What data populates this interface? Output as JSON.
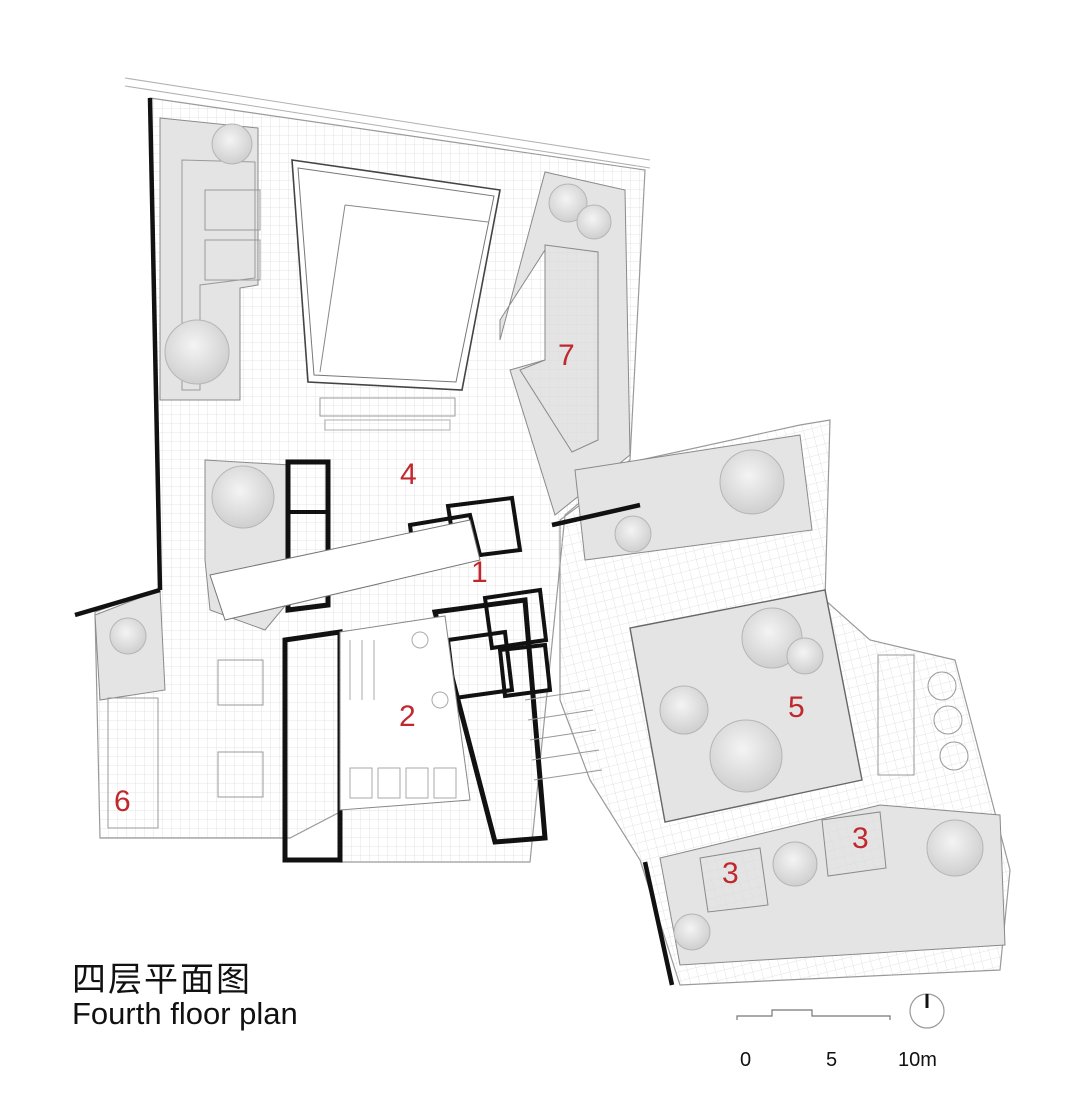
{
  "caption": {
    "title_cn": "四层平面图",
    "title_en": "Fourth floor plan"
  },
  "zone_labels": [
    "1",
    "2",
    "3",
    "3",
    "4",
    "5",
    "6",
    "7"
  ],
  "scale_bar": {
    "ticks": [
      "0",
      "5",
      "10m"
    ]
  },
  "colors": {
    "label_red": "#c0282e",
    "wall": "#111111",
    "planter": "#e4e4e4",
    "grid": "#dcdcdc",
    "line": "#9a9a9a"
  }
}
